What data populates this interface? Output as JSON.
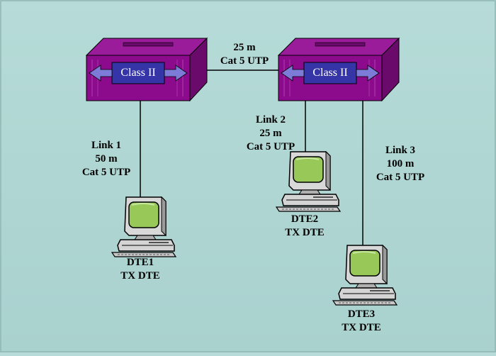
{
  "devices": {
    "hub_left": {
      "label": "Class II"
    },
    "hub_right": {
      "label": "Class II"
    }
  },
  "links": {
    "trunk": {
      "length": "25 m",
      "cable": "Cat 5 UTP"
    },
    "link1": {
      "name": "Link 1",
      "length": "50 m",
      "cable": "Cat 5 UTP"
    },
    "link2": {
      "name": "Link 2",
      "length": "25 m",
      "cable": "Cat 5 UTP"
    },
    "link3": {
      "name": "Link 3",
      "length": "100 m",
      "cable": "Cat 5 UTP"
    }
  },
  "terminals": {
    "dte1": {
      "name": "DTE1",
      "type": "TX DTE"
    },
    "dte2": {
      "name": "DTE2",
      "type": "TX DTE"
    },
    "dte3": {
      "name": "DTE3",
      "type": "TX DTE"
    }
  },
  "colors": {
    "background": "#b2d8d5",
    "hub_purple": "#8c0a8c",
    "hub_label_box": "#3535a8",
    "arrow": "#7c7cd8"
  }
}
